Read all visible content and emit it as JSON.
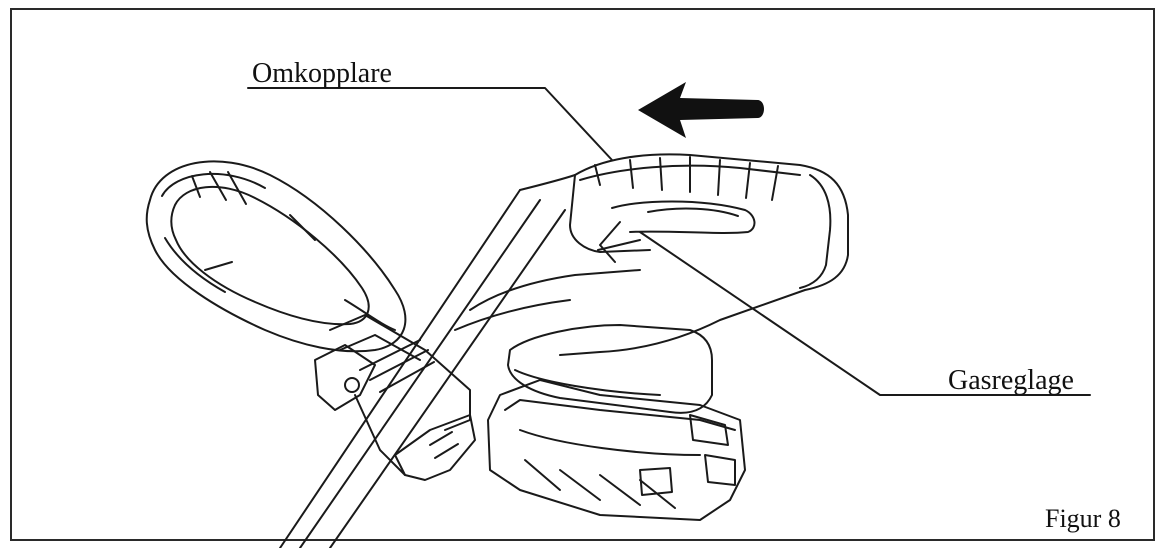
{
  "labels": {
    "switch": "Omkopplare",
    "throttle": "Gasreglage",
    "figure": "Figur 8"
  },
  "colors": {
    "ink": "#111111",
    "paper": "#ffffff"
  },
  "icons": {
    "direction": "arrow-left-icon"
  }
}
